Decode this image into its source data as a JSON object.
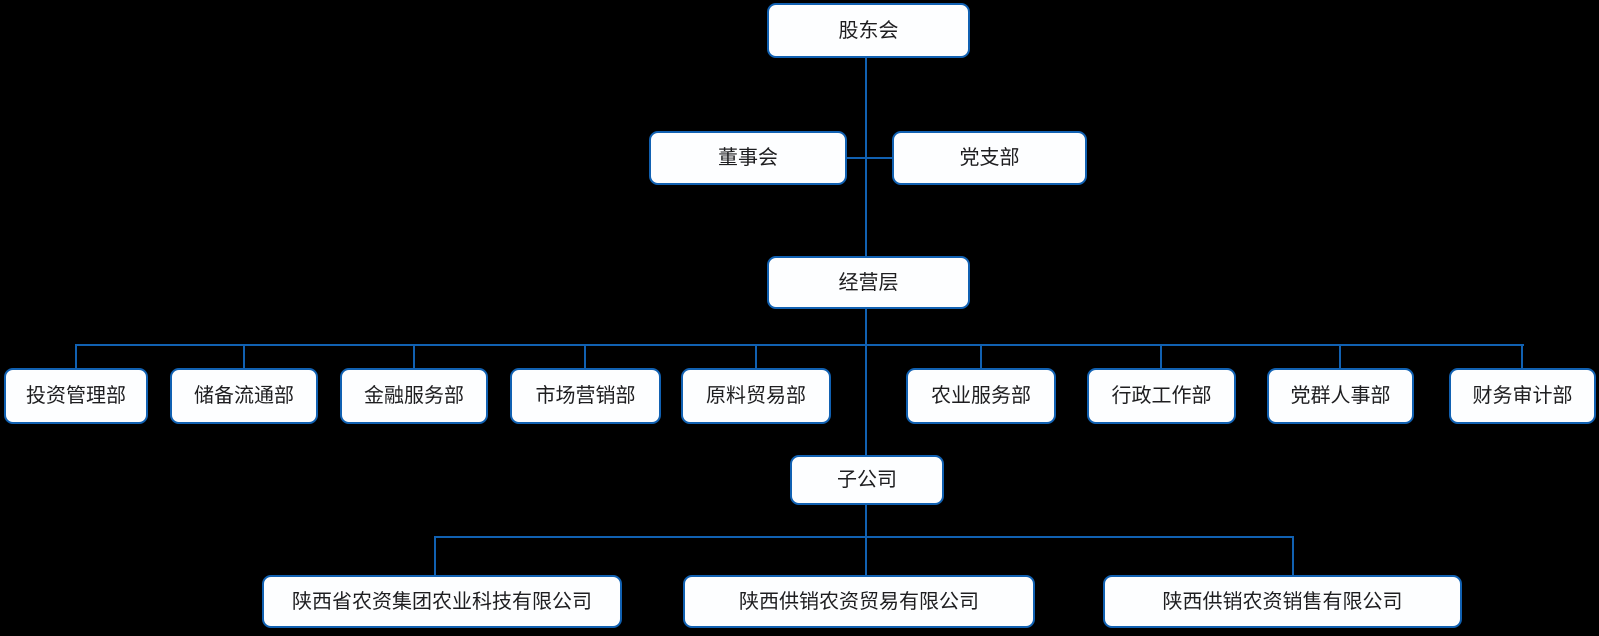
{
  "colors": {
    "background": "#000000",
    "node_fill": "#FDFEFF",
    "node_border": "#1161B2",
    "connector": "#1161B2",
    "text": "#1E1E20"
  },
  "nodes": {
    "shareholders": {
      "label": "股东会"
    },
    "board": {
      "label": "董事会"
    },
    "party_branch": {
      "label": "党支部"
    },
    "management": {
      "label": "经营层"
    },
    "subsidiaries_header": {
      "label": "子公司"
    },
    "departments": [
      {
        "label": "投资管理部"
      },
      {
        "label": "储备流通部"
      },
      {
        "label": "金融服务部"
      },
      {
        "label": "市场营销部"
      },
      {
        "label": "原料贸易部"
      },
      {
        "label": "农业服务部"
      },
      {
        "label": "行政工作部"
      },
      {
        "label": "党群人事部"
      },
      {
        "label": "财务审计部"
      }
    ],
    "subsidiaries": [
      {
        "label": "陕西省农资集团农业科技有限公司"
      },
      {
        "label": "陕西供销农资贸易有限公司"
      },
      {
        "label": "陕西供销农资销售有限公司"
      }
    ]
  }
}
